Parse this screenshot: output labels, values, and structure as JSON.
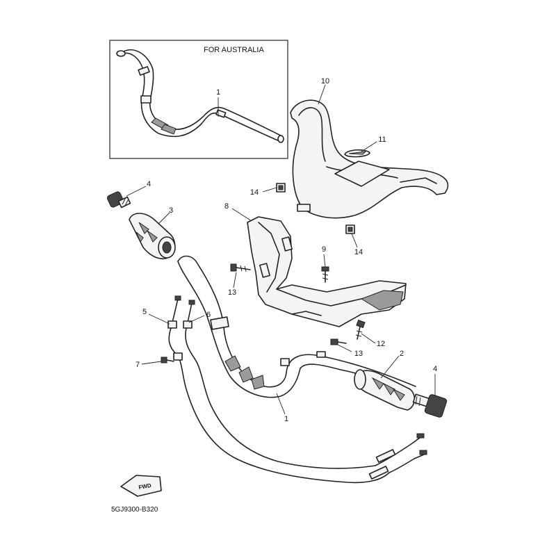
{
  "inset": {
    "label": "FOR AUSTRALIA"
  },
  "callouts": {
    "c1_inset": "1",
    "c1_main": "1",
    "c2": "2",
    "c3": "3",
    "c4_left": "4",
    "c4_right": "4",
    "c5": "5",
    "c6": "6",
    "c7": "7",
    "c8": "8",
    "c9": "9",
    "c10": "10",
    "c11": "11",
    "c12": "12",
    "c13_left": "13",
    "c13_right": "13",
    "c14_left": "14",
    "c14_right": "14"
  },
  "fwd_badge": "FWD",
  "diagram_code": "5GJ9300-B320"
}
